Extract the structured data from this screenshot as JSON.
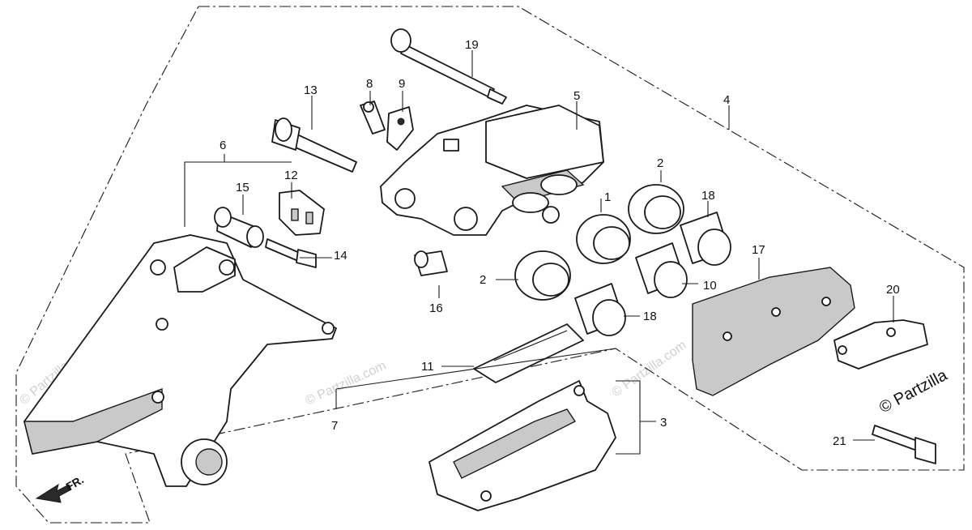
{
  "diagram": {
    "callouts": [
      "1",
      "2",
      "2",
      "3",
      "4",
      "5",
      "6",
      "7",
      "8",
      "9",
      "10",
      "11",
      "12",
      "13",
      "14",
      "15",
      "16",
      "17",
      "18",
      "18",
      "19",
      "20",
      "21"
    ],
    "copyright": "© Partzilla",
    "watermark": "© Partzilla.com",
    "front_marker": "FR."
  }
}
